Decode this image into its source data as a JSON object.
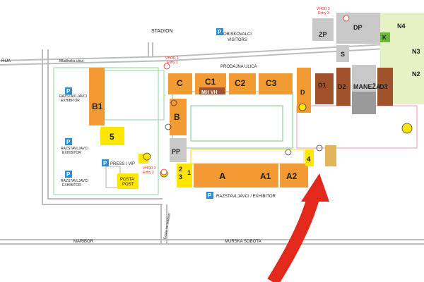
{
  "colors": {
    "orange": "#f29a33",
    "dark_orange": "#e07a1f",
    "brown": "#a0522d",
    "yellow": "#ffe600",
    "grey": "#c8c8c8",
    "dark_grey": "#9a9a9a",
    "light_green": "#e6f2c3",
    "green_k": "#69b83a",
    "road": "#bdbdbd",
    "outline_green": "#8fd0a4",
    "outline_pink": "#f3a6b8",
    "outline_yellow": "#f3e03c",
    "blue_p": "#2a8fd0",
    "red_arrow": "#e3281c"
  },
  "labels": {
    "stadion": "STADION",
    "obiskovalci": "OBISKOVALCI",
    "visitors": "VISITORS",
    "rija": "RIJA",
    "mladinska": "Mladinska ulica",
    "prodajna": "PRODAJNA ULICA",
    "vhod1": "VHOD 1",
    "entry1": "Entry 1",
    "vhod2": "VHOD 2",
    "entry2": "Entry 2",
    "vhod3": "VHOD 3",
    "entry3": "Entry 3",
    "razstavljavci": "RAZSTAVLJAVCI",
    "exhibitor": "EXHIBITOR",
    "press_vip": "PRESS / VIP",
    "posta": "POSTA",
    "post": "POST",
    "razst_bottom": "RAZSTAVLJAVCI / EXHIBITOR",
    "maribor": "MARIBOR",
    "murska": "MURSKA SOBOTA",
    "cesta": "Cesta na stadion"
  },
  "halls": {
    "b1": "B1",
    "five": "5",
    "b": "B",
    "pp": "PP",
    "c": "C",
    "c1": "C1",
    "mh_vh": "MH VH",
    "c2": "C2",
    "c3": "C3",
    "d": "D",
    "d1": "D1",
    "d2": "D2",
    "maneza": "MANEŽA",
    "d3": "D3",
    "zp": "ZP",
    "dp": "DP",
    "n4": "N4",
    "k": "K",
    "n3": "N3",
    "n2": "N2",
    "s": "S",
    "a": "A",
    "a1": "A1",
    "a2": "A2",
    "four": "4",
    "two": "2",
    "three": "3",
    "one": "1"
  },
  "icons": [
    "parking-icon",
    "info-icon",
    "toilet-icon",
    "arrow-icon"
  ]
}
